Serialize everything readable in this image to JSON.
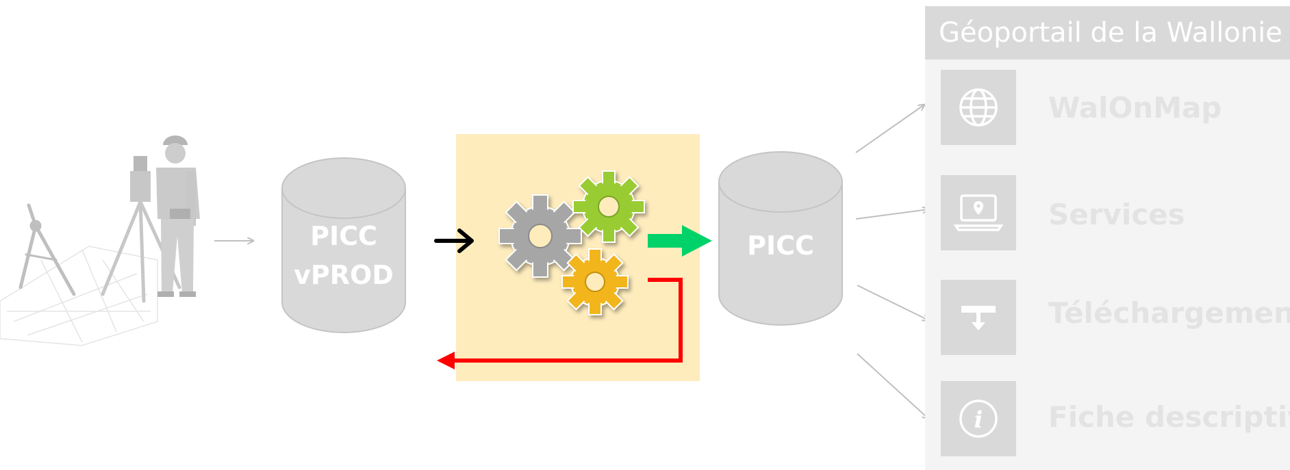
{
  "colors": {
    "cylinder": "#d9d9d9",
    "cylinder_stroke": "#c4c4c4",
    "process_box": "#feecbd",
    "gear_gray": "#a6a6a6",
    "gear_green": "#99cc33",
    "gear_orange": "#f2b51a",
    "arrow_light": "#bfbfbf",
    "arrow_black": "#000000",
    "arrow_green": "#00d26a",
    "arrow_red": "#ff0000",
    "portal_header": "#d9d9d9",
    "portal_panel": "#f4f4f4",
    "portal_text": "#e3e3e3"
  },
  "surveyor": {
    "icon": "surveyor-with-total-station-icon"
  },
  "db_vprod": {
    "line1": "PICC",
    "line2": "vPROD"
  },
  "process": {
    "icon": "gears-icon"
  },
  "db_picc": {
    "label": "PICC"
  },
  "portal": {
    "title": "Géoportail de la Wallonie",
    "items": [
      {
        "label": "WalOnMap",
        "icon": "globe-icon"
      },
      {
        "label": "Services",
        "icon": "laptop-location-icon"
      },
      {
        "label": "Téléchargement",
        "icon": "download-icon"
      },
      {
        "label": "Fiche descriptive",
        "icon": "info-icon"
      }
    ]
  }
}
